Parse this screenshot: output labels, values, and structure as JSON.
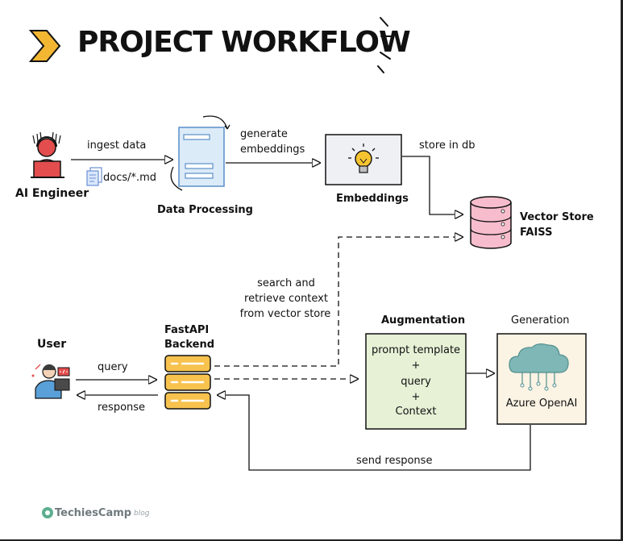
{
  "title": "PROJECT WORKFLOW",
  "nodes": {
    "ai_engineer": "AI Engineer",
    "data_processing": "Data Processing",
    "embeddings": "Embeddings",
    "vector_store_line1": "Vector Store",
    "vector_store_line2": "FAISS",
    "user": "User",
    "fastapi_line1": "FastAPI",
    "fastapi_line2": "Backend",
    "augmentation": "Augmentation",
    "generation": "Generation",
    "azure_openai": "Azure OpenAI"
  },
  "augmentation_box": [
    "prompt template",
    "+",
    "query",
    "+",
    "Context"
  ],
  "edges": {
    "ingest_data": "ingest data",
    "docs_file": "docs/*.md",
    "generate_embeddings_line1": "generate",
    "generate_embeddings_line2": "embeddings",
    "store_in_db": "store in db",
    "search_retrieve": [
      "search and",
      "retrieve context",
      "from vector store"
    ],
    "query": "query",
    "response": "response",
    "send_response": "send response"
  },
  "branding": {
    "logo_text": "TechiesCamp",
    "logo_sub": "blog"
  },
  "colors": {
    "title_arrow": "#f2b632",
    "processing_fill": "#dcebf8",
    "processing_stroke": "#5a8fc9",
    "embeddings_fill": "#eef0f3",
    "db_fill": "#f7bdcd",
    "backend_fill": "#f7c24e",
    "augmentation_fill": "#e6f1d6",
    "generation_fill": "#fbf3e4",
    "cloud": "#7fb7b6",
    "logo_green": "#5cae8f"
  },
  "icons": {
    "title": "chevron-arrow-icon",
    "engineer": "engineer-with-headset-icon",
    "document": "document-icon",
    "bulb": "lightbulb-icon",
    "database": "database-icon",
    "user": "user-at-laptop-icon",
    "server": "server-stack-icon",
    "cloud": "cloud-circuit-icon"
  }
}
